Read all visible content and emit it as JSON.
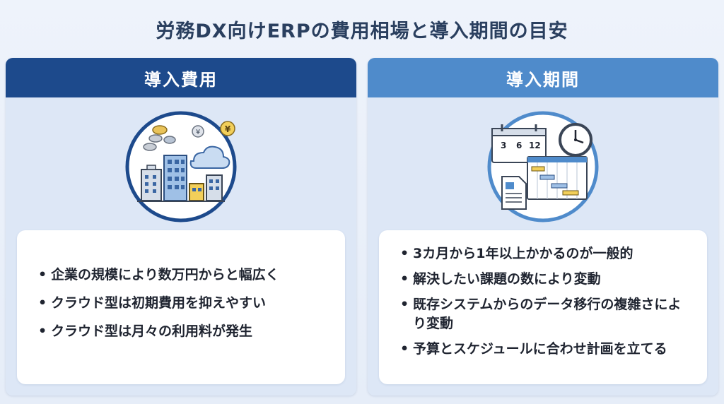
{
  "title": "労務DX向けERPの費用相場と導入期間の目安",
  "left_panel": {
    "heading": "導入費用",
    "illustration": "cost-illustration",
    "currency_symbol": "¥",
    "bullets": [
      "企業の規模により数万円からと幅広く",
      "クラウド型は初期費用を抑えやすい",
      "クラウド型は月々の利用料が発生"
    ]
  },
  "right_panel": {
    "heading": "導入期間",
    "illustration": "schedule-illustration",
    "calendar_days": [
      "3",
      "6",
      "12"
    ],
    "bullets": [
      "3カ月から1年以上かかるのが一般的",
      "解決したい課題の数により変動",
      "既存システムからのデータ移行の複雑さにより変動",
      "予算とスケジュールに合わせ計画を立てる"
    ]
  },
  "colors": {
    "left_header": "#1d4a8c",
    "right_header": "#4f8bcb",
    "background": "#e6edf8"
  }
}
